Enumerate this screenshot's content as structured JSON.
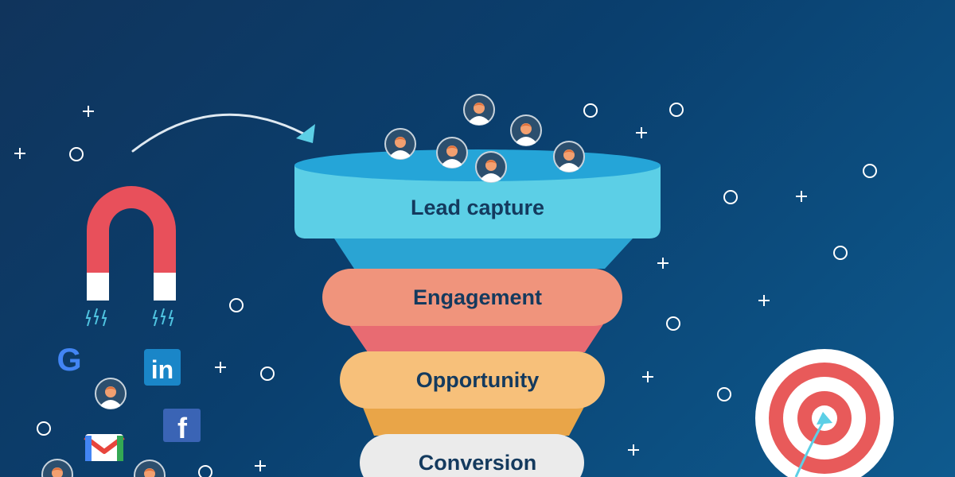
{
  "funnel": {
    "stages": [
      {
        "label": "Lead capture",
        "color": "#5ccfe6"
      },
      {
        "label": "Engagement",
        "color": "#f0947c"
      },
      {
        "label": "Opportunity",
        "color": "#f7c07a"
      },
      {
        "label": "Conversion",
        "color": "#ebebeb"
      }
    ]
  },
  "sources": {
    "linkedin_text": "in",
    "facebook_text": "f",
    "google_text": "G"
  },
  "icons": [
    "magnet-icon",
    "google-icon",
    "linkedin-icon",
    "facebook-icon",
    "gmail-icon",
    "target-icon",
    "person-icon",
    "arrow-icon"
  ],
  "colors": {
    "background": "#0a3f6e",
    "lead": "#5ccfe6",
    "engagement": "#f0947c",
    "opportunity": "#f7c07a",
    "conversion": "#ebebeb",
    "magnet": "#e8505b",
    "target": "#e85a5a"
  }
}
